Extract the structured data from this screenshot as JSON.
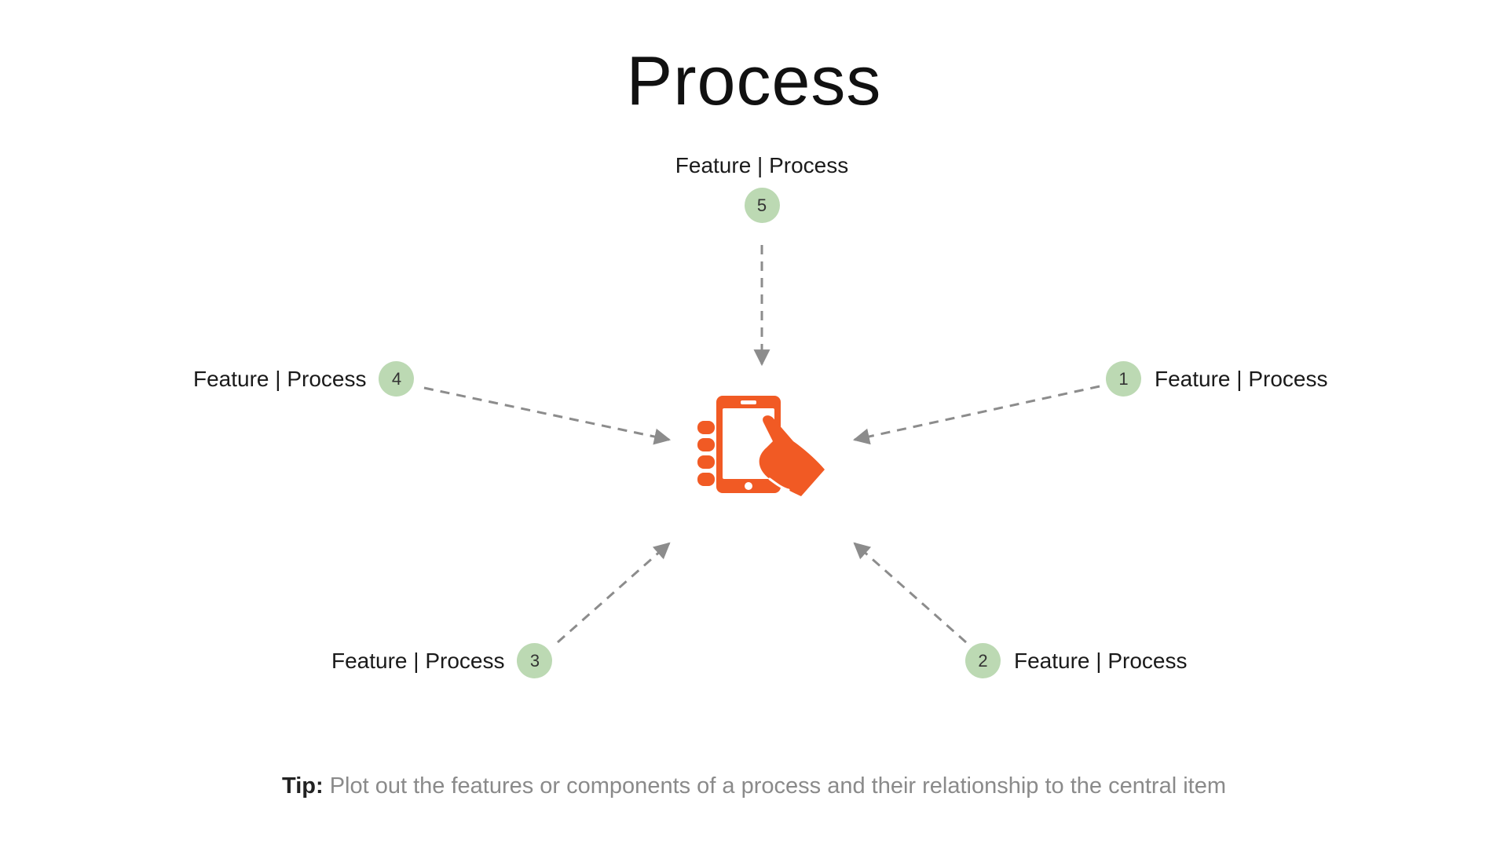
{
  "slide": {
    "title": "Process",
    "tip_label": "Tip:",
    "tip_text": "Plot out the features or components of a process and their relationship to the central item"
  },
  "colors": {
    "accent": "#f15a24",
    "badge": "#bcd9b3",
    "connector": "#8c8c8c",
    "tip_text": "#8a8a8a"
  },
  "center": {
    "icon": "hand-holding-phone-icon"
  },
  "nodes": [
    {
      "number": "1",
      "label": "Feature | Process"
    },
    {
      "number": "2",
      "label": "Feature | Process"
    },
    {
      "number": "3",
      "label": "Feature | Process"
    },
    {
      "number": "4",
      "label": "Feature | Process"
    },
    {
      "number": "5",
      "label": "Feature | Process"
    }
  ]
}
